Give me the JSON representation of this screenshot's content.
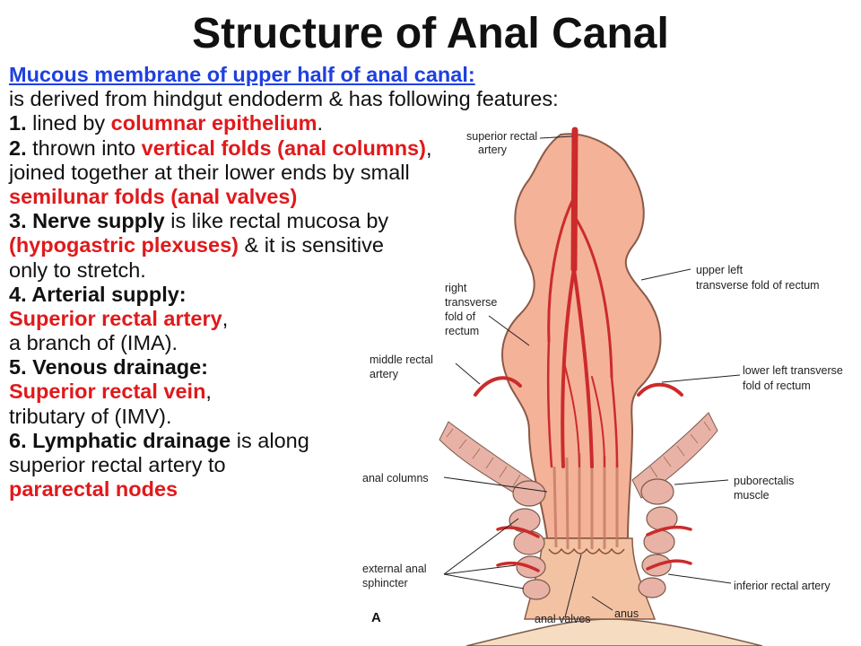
{
  "title": "Structure of Anal Canal",
  "heading": "Mucous membrane of upper half of anal canal:",
  "intro": "is derived from hindgut endoderm & has following features:",
  "items": [
    {
      "num": "1.",
      "pre": "lined by",
      "red": "columnar epithelium",
      "post": "."
    },
    {
      "num": "2.",
      "pre": "thrown into",
      "red": "vertical folds (anal columns)",
      "post": ",",
      "cont": "joined together at their lower ends by small",
      "red2": "semilunar folds (anal valves)"
    },
    {
      "bold": "3. Nerve supply",
      "post": "is like rectal mucosa by",
      "red": "(hypogastric plexuses)",
      "post2": "& it is sensitive",
      "cont": "only to stretch."
    },
    {
      "bold": "4. Arterial supply:",
      "red": "Superior rectal artery",
      "post": ",",
      "cont": "a branch of (IMA)."
    },
    {
      "bold": "5. Venous drainage:",
      "red": "Superior rectal vein",
      "post": ",",
      "cont": "tributary of (IMV)."
    },
    {
      "bold": "6. Lymphatic drainage",
      "post": "is along",
      "cont": "superior rectal artery to",
      "red": "pararectal nodes"
    }
  ],
  "figure": {
    "letter": "A",
    "labels": {
      "superior_rectal_artery": [
        "superior rectal",
        "artery"
      ],
      "upper_left_fold": [
        "upper left",
        "transverse fold of rectum"
      ],
      "right_fold": [
        "right",
        "transverse",
        "fold of",
        "rectum"
      ],
      "middle_rectal_artery": [
        "middle rectal",
        "artery"
      ],
      "lower_left_fold": [
        "lower left transverse",
        "fold of rectum"
      ],
      "anal_columns": "anal columns",
      "puborectalis": [
        "puborectalis",
        "muscle"
      ],
      "external_sphincter": [
        "external anal",
        "sphincter"
      ],
      "inferior_rectal_artery": "inferior rectal artery",
      "anal_valves": "anal valves",
      "anus": "anus"
    }
  },
  "colors": {
    "heading": "#1f40e0",
    "highlight": "#e0191b",
    "rectum_fill": "#f4b299",
    "artery": "#cc2b2b",
    "muscle": "#e8b2a6",
    "skin": "#f6dcc1"
  }
}
